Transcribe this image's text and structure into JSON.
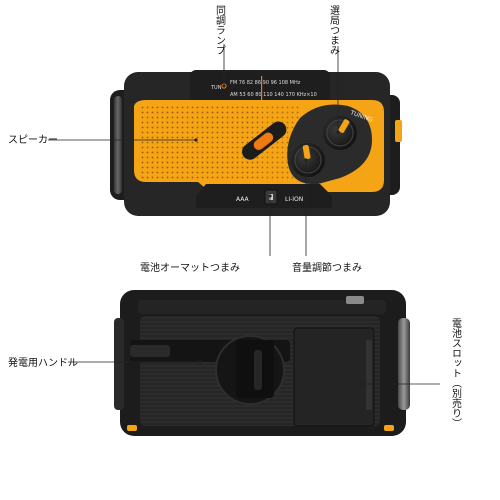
{
  "callouts": {
    "sync_lamp": "同調ランプ",
    "tuning_knob": "選局つまみ",
    "speaker": "スピーカー",
    "battery_auto_knob": "電池オーマットつまみ",
    "volume_knob": "音量調節つまみ",
    "crank_handle": "発電用ハンドル",
    "battery_slot": "電池スロット（別売り）"
  },
  "device_labels": {
    "fm_scale": "FM  76  82  86  90  96  108  MHz",
    "am_scale": "AM  53  60  80  110  140  170  KHz×10",
    "tun": "TUN",
    "switch_aaa": "AAA",
    "switch_liion": "LI-ION",
    "tuning_text": "TUNING"
  },
  "colors": {
    "body_orange": "#f5a416",
    "body_dark": "#2a2a2a",
    "shell_black": "#1c1c1c",
    "knob_black": "#1a1a1a",
    "indicator_orange": "#f07a12"
  }
}
